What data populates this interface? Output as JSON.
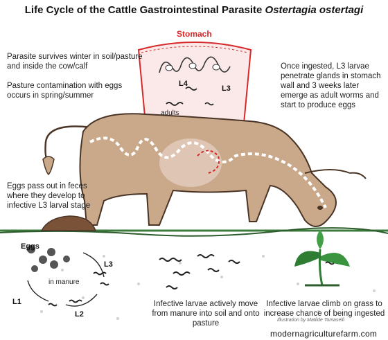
{
  "title": {
    "main": "Life Cycle of the Cattle Gastrointestinal Parasite",
    "species": "Ostertagia ostertagi"
  },
  "stomach": {
    "label": "Stomach",
    "l4": "L4",
    "l3": "L3",
    "adults": "adults"
  },
  "notes": {
    "survival": [
      "Parasite survives winter in soil/pasture",
      "and inside the cow/calf"
    ],
    "contamination": [
      "Pasture contamination with eggs",
      "occurs in spring/summer"
    ],
    "ingested": [
      "Once ingested, L3 larvae",
      "penetrate glands in stomach",
      "wall and 3 weeks later",
      "emerge as adult worms and",
      "start to produce eggs"
    ],
    "feces": [
      "Eggs pass out in feces",
      "where they develop to",
      "infective L3 larval stage"
    ],
    "move": [
      "Infective larvae actively move",
      "from manure into soil and onto pasture"
    ],
    "climb": [
      "Infective larvae climb on grass to",
      "increase chance of being ingested"
    ]
  },
  "manure": {
    "eggs": "Eggs",
    "in_manure": "in manure",
    "l1": "L1",
    "l2": "L2",
    "l3": "L3"
  },
  "credit": "Illustration by Matilde Tomaselli",
  "footer": "modernagriculturefarm.com",
  "colors": {
    "cow_body": "#c9a98a",
    "cow_outline": "#4a3426",
    "stomach_red": "#d62828",
    "grass": "#3d7a3d",
    "ground_dots": "#3a5a3a",
    "manure": "#7a5238",
    "plant": "#2e7d32"
  }
}
